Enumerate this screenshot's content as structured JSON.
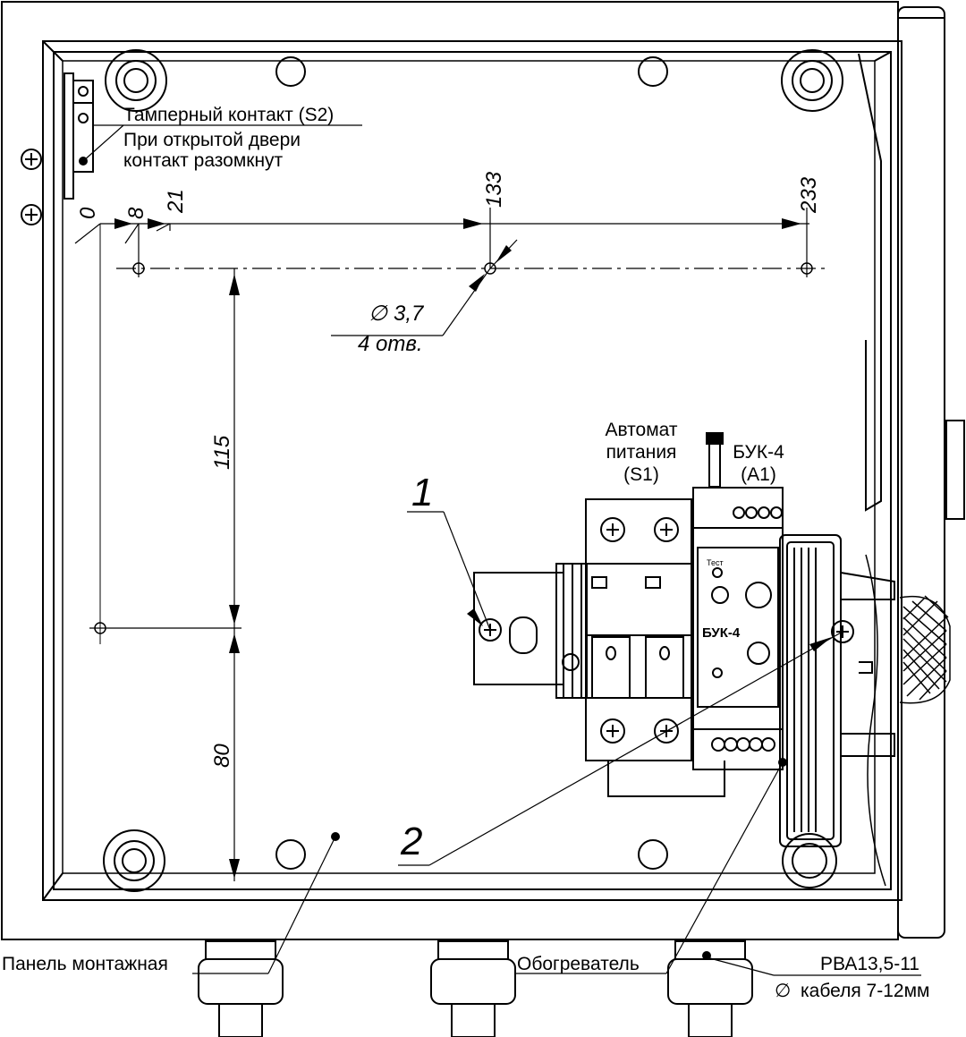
{
  "labels": {
    "tamper_title": "Тамперный контакт (S2)",
    "tamper_line1": "При открытой двери",
    "tamper_line2": "контакт разомкнут",
    "breaker_line1": "Автомат",
    "breaker_line2": "питания",
    "breaker_line3": "(S1)",
    "buk_line1": "БУК-4",
    "buk_line2": "(A1)",
    "buk_face": "БУК-4",
    "panel": "Панель монтажная",
    "heater": "Обогреватель",
    "gland_model": "РВА13,5-11",
    "gland_cable": "кабеля 7-12мм",
    "callout_1": "1",
    "callout_2": "2"
  },
  "dimensions": {
    "x0": "0",
    "x8": "8",
    "x21": "21",
    "x133": "133",
    "x233": "233",
    "y115": "115",
    "y80": "80",
    "hole_dia": "3,7",
    "hole_count": "4 отв."
  },
  "symbols": {
    "diameter": "∅"
  }
}
